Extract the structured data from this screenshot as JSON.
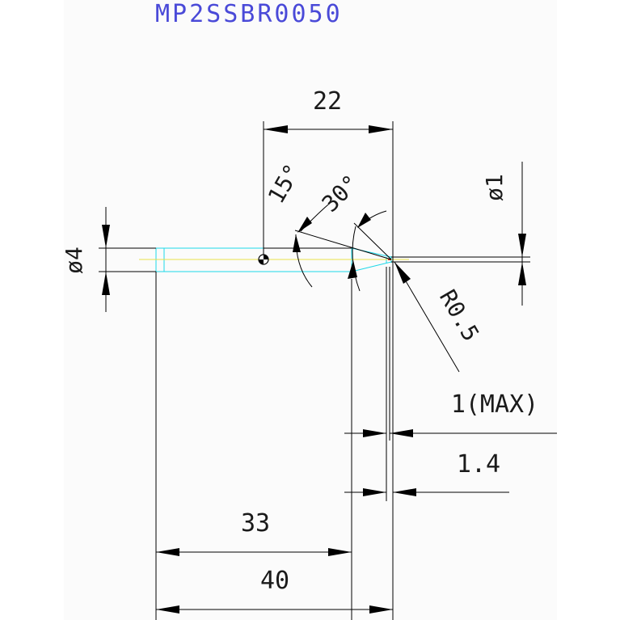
{
  "drawing": {
    "part_number": "MP2SSBR0050",
    "dimensions": {
      "overall_length": "40",
      "shank_length": "33",
      "neck_length": "22",
      "shank_diameter": "ø4",
      "tip_diameter": "ø1",
      "corner_radius": "R0.5",
      "angle_1": "15°",
      "angle_2": "30°",
      "flute_length_max": "1(MAX)",
      "flute_length": "1.4"
    },
    "colors": {
      "title": "#4a4ad8",
      "dimension_lines": "#000000",
      "tool_outline": "#1ed8e8",
      "center_axis": "#e8e04a",
      "tip_mark": "#e03030"
    }
  }
}
